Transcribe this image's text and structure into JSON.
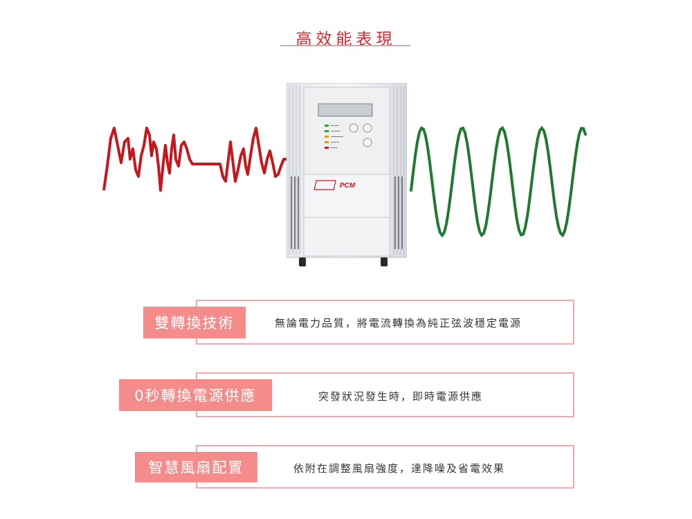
{
  "header": {
    "title": "高效能表現"
  },
  "product": {
    "brand_logo": "PCM"
  },
  "colors": {
    "accent": "#d8262c",
    "distorted_wave": "#c8161d",
    "clean_wave": "#1d7a2f",
    "label_bg": "#f48c8c",
    "box_border": "#f3a9a9"
  },
  "features": [
    {
      "label": "雙轉換技術",
      "description": "無論電力品質，將電流轉換為純正弦波穩定電源"
    },
    {
      "label": "0秒轉換電源供應",
      "description": "突發狀況發生時，即時電源供應"
    },
    {
      "label": "智慧風扇配置",
      "description": "依附在調整風扇強度，達降噪及省電效果"
    }
  ]
}
